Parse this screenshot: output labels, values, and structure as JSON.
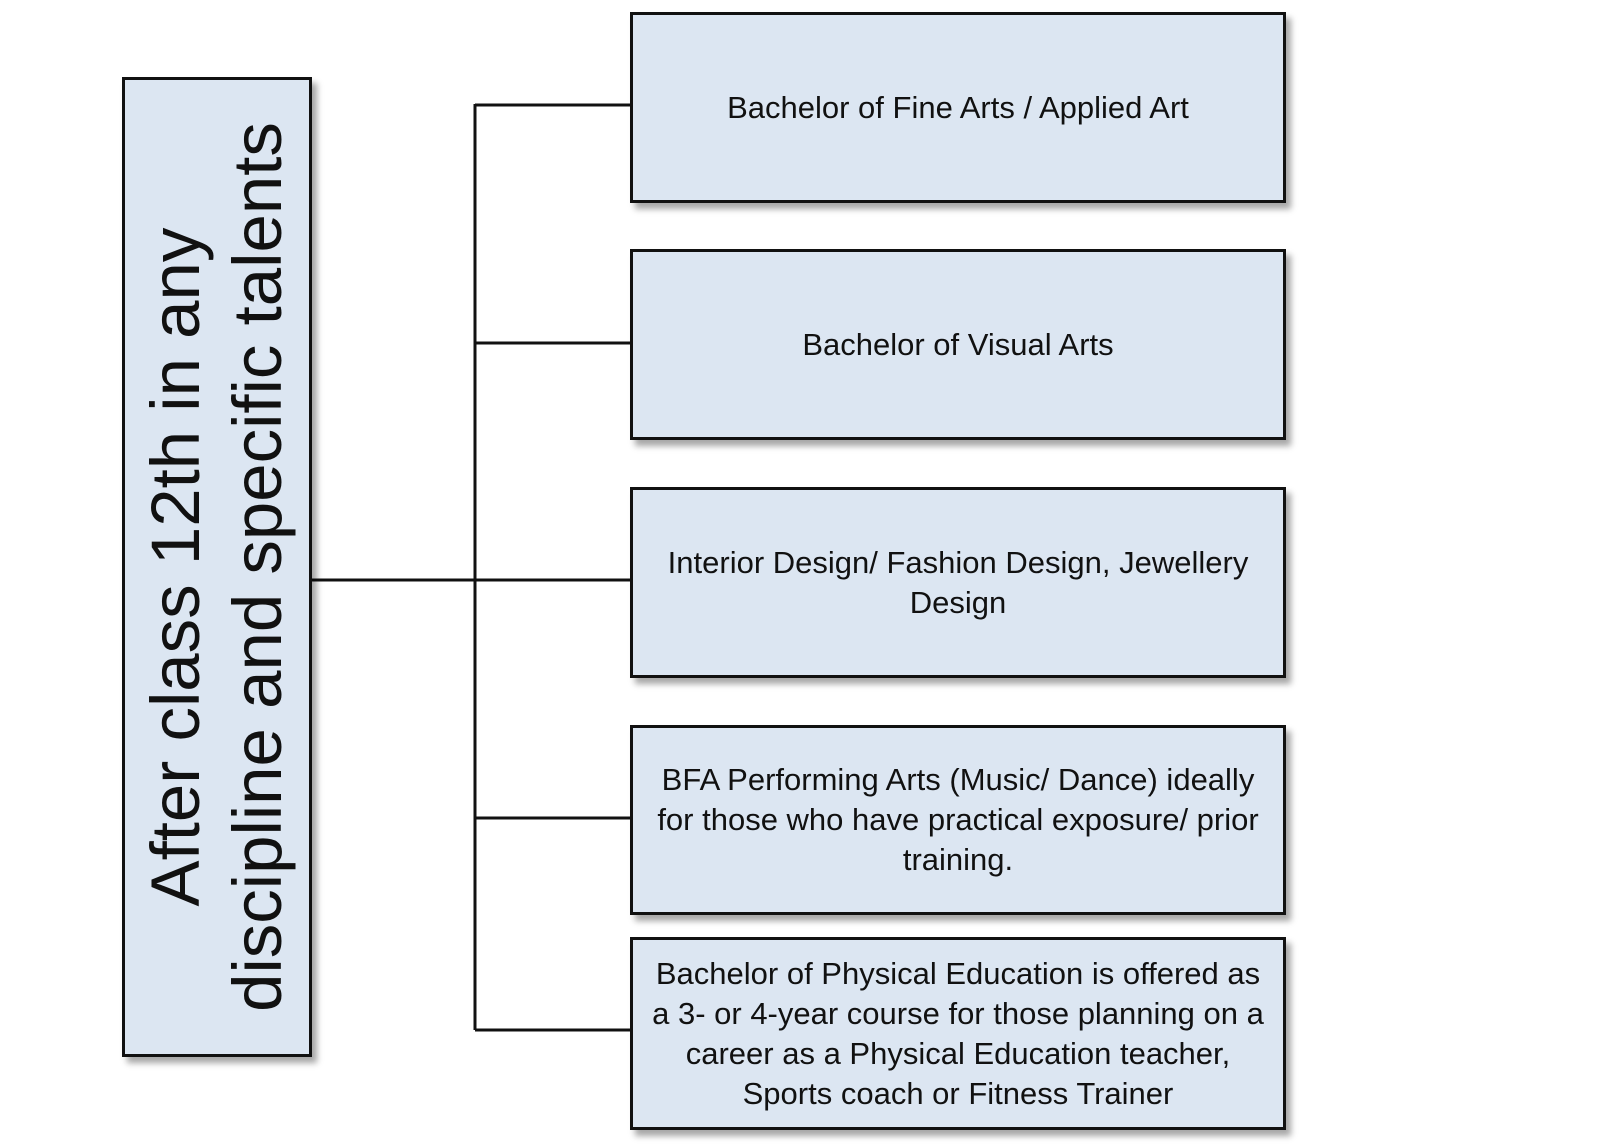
{
  "root": {
    "label": "After class 12th in any discipline and specific talents"
  },
  "branches": [
    {
      "label": "Bachelor of Fine Arts / Applied Art"
    },
    {
      "label": "Bachelor of Visual Arts"
    },
    {
      "label": "Interior Design/ Fashion Design, Jewellery Design"
    },
    {
      "label": "BFA Performing Arts (Music/ Dance) ideally for those who have practical exposure/ prior training."
    },
    {
      "label": "Bachelor of Physical Education is offered as a 3- or 4-year course for those planning on a career as a Physical Education teacher, Sports coach or Fitness Trainer"
    }
  ],
  "colors": {
    "box_fill": "#dce6f2",
    "border": "#111111"
  }
}
